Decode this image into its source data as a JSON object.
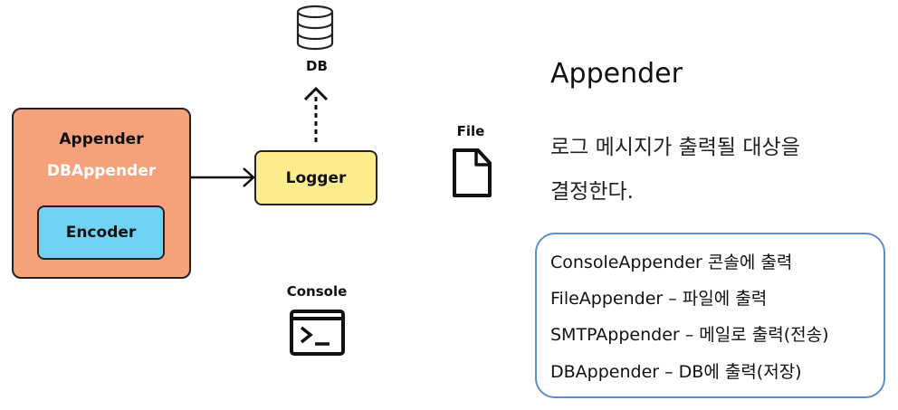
{
  "appender_box": {
    "title": "Appender",
    "subtitle": "DBAppender",
    "encoder_label": "Encoder",
    "fill_color": "#f5a27c",
    "encoder_color": "#6fd3f6"
  },
  "logger": {
    "label": "Logger",
    "fill_color": "#fcec8c"
  },
  "targets": {
    "db_label": "DB",
    "db_icon": "database-icon",
    "file_label": "File",
    "file_icon": "file-icon",
    "console_label": "Console",
    "console_icon": "terminal-icon"
  },
  "explanation": {
    "heading": "Appender",
    "description_line1": "로그 메시지가 출력될 대상을",
    "description_line2": "결정한다."
  },
  "appender_list": [
    "ConsoleAppender  콘솔에 출력",
    "FileAppender – 파일에 출력",
    "SMTPAppender – 메일로 출력(전송)",
    "DBAppender – DB에 출력(저장)"
  ],
  "list_border_color": "#5b8fd3"
}
